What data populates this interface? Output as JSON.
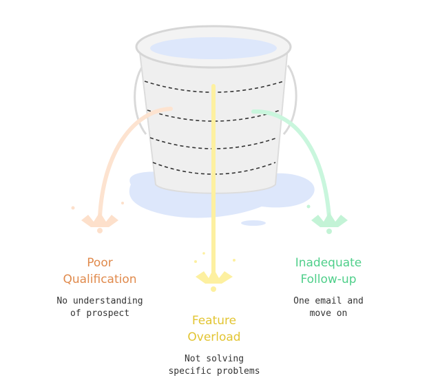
{
  "colors": {
    "poor_qualification": "#e08a4c",
    "feature_overload": "#e2c431",
    "inadequate_followup": "#4fcf8a",
    "water": "#dde7fb",
    "bucket": "#efefef",
    "bucket_outline": "#d8d8d8"
  },
  "leaks": [
    {
      "id": "poor-qualification",
      "title_line1": "Poor",
      "title_line2": "Qualification",
      "desc_line1": "No understanding",
      "desc_line2": "of prospect"
    },
    {
      "id": "feature-overload",
      "title_line1": "Feature",
      "title_line2": "Overload",
      "desc_line1": "Not solving",
      "desc_line2": "specific problems"
    },
    {
      "id": "inadequate-follow-up",
      "title_line1": "Inadequate",
      "title_line2": "Follow-up",
      "desc_line1": "One email and",
      "desc_line2": "move on"
    }
  ],
  "icons": {
    "bucket": "leaky-bucket-icon",
    "puddle": "water-puddle-icon"
  }
}
